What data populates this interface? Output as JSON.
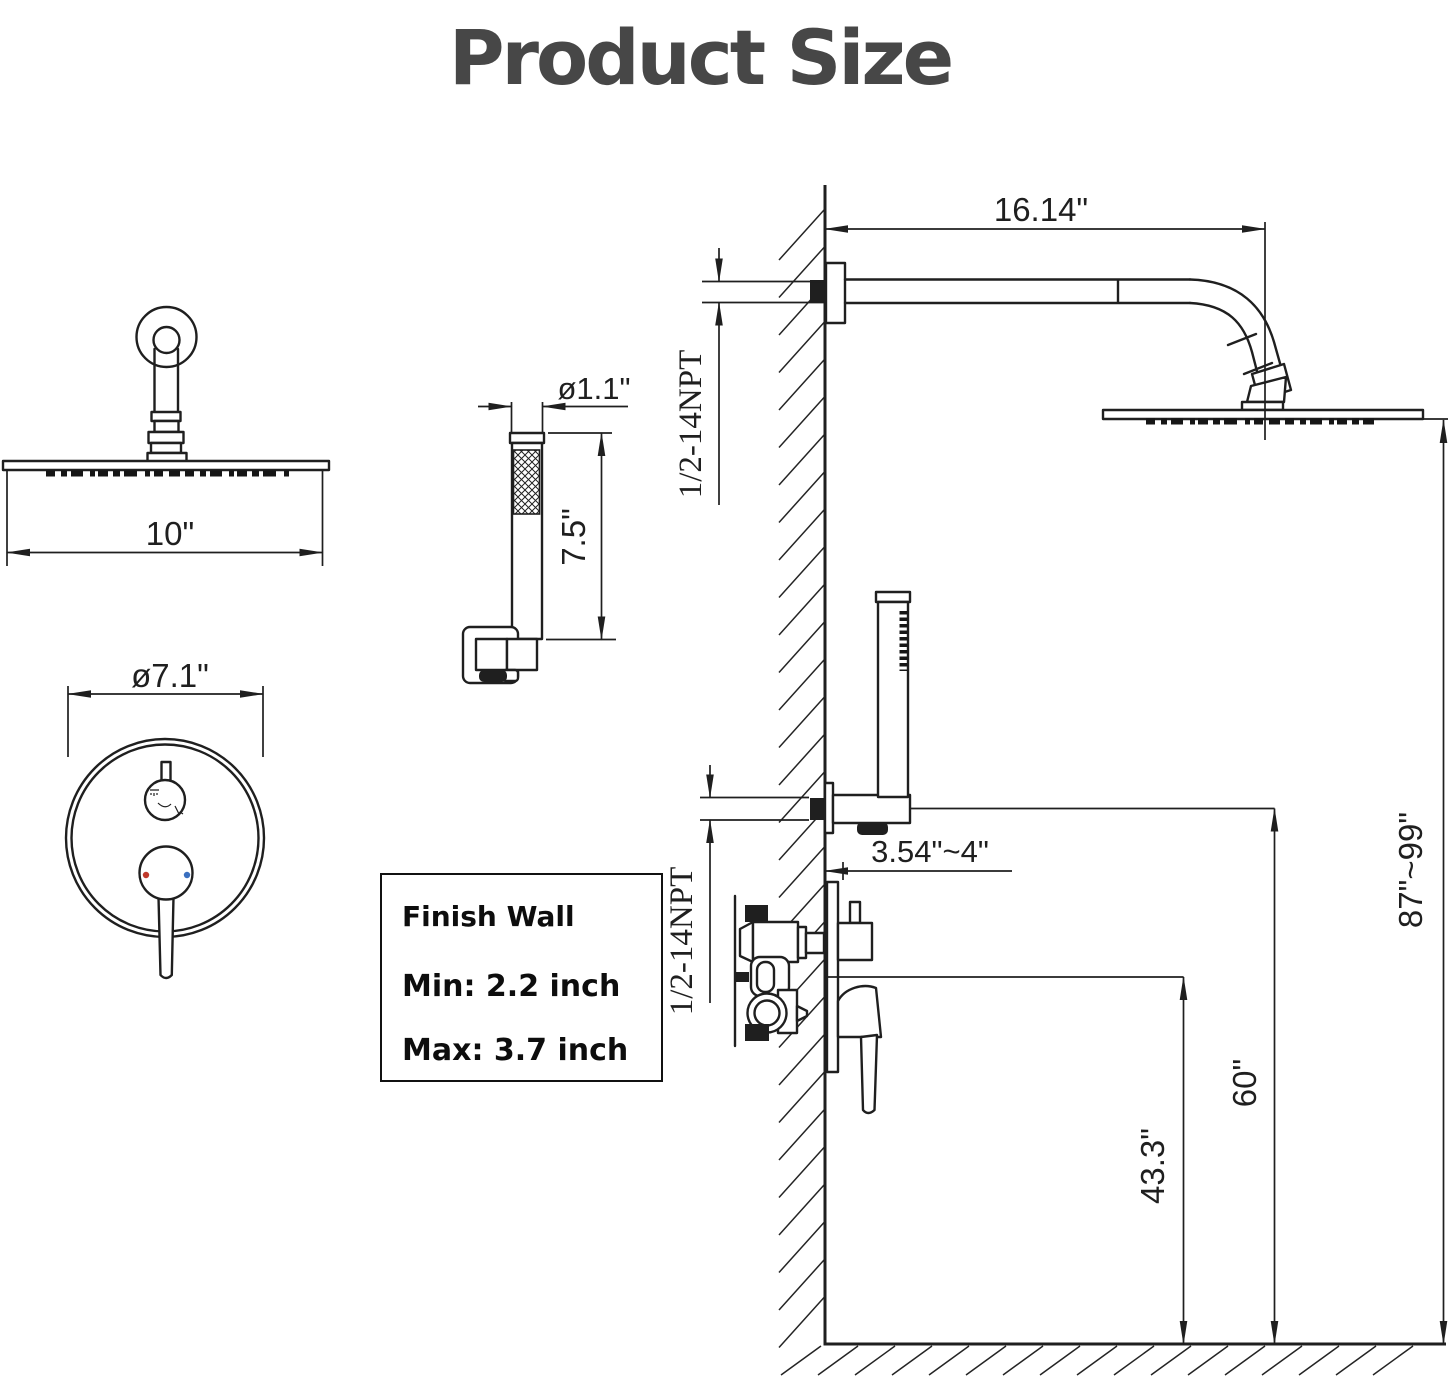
{
  "title": "Product Size",
  "colors": {
    "line": "#1f1f1f",
    "title": "#474747",
    "hot_dot": "#c0392b",
    "cold_dot": "#3a6fbf"
  },
  "views": {
    "showerhead_front": {
      "width_dim": "10\""
    },
    "valve_front": {
      "diameter_dim": "ø7.1\""
    },
    "handheld_detail": {
      "diameter_dim": "ø1.1\"",
      "length_dim": "7.5\""
    },
    "finish_wall_note": {
      "title": "Finish Wall",
      "min_line": "Min:  2.2 inch",
      "max_line": "Max:  3.7 inch"
    },
    "installation": {
      "arm_length_dim": "16.14\"",
      "arm_thread_dim": "1/2-14NPT",
      "valve_thread_dim": "1/2-14NPT",
      "valve_offset_dim": "3.54\"~4\"",
      "overall_height_dim": "87\"~99\"",
      "handheld_height_dim": "60\"",
      "valve_height_dim": "43.3\""
    }
  }
}
